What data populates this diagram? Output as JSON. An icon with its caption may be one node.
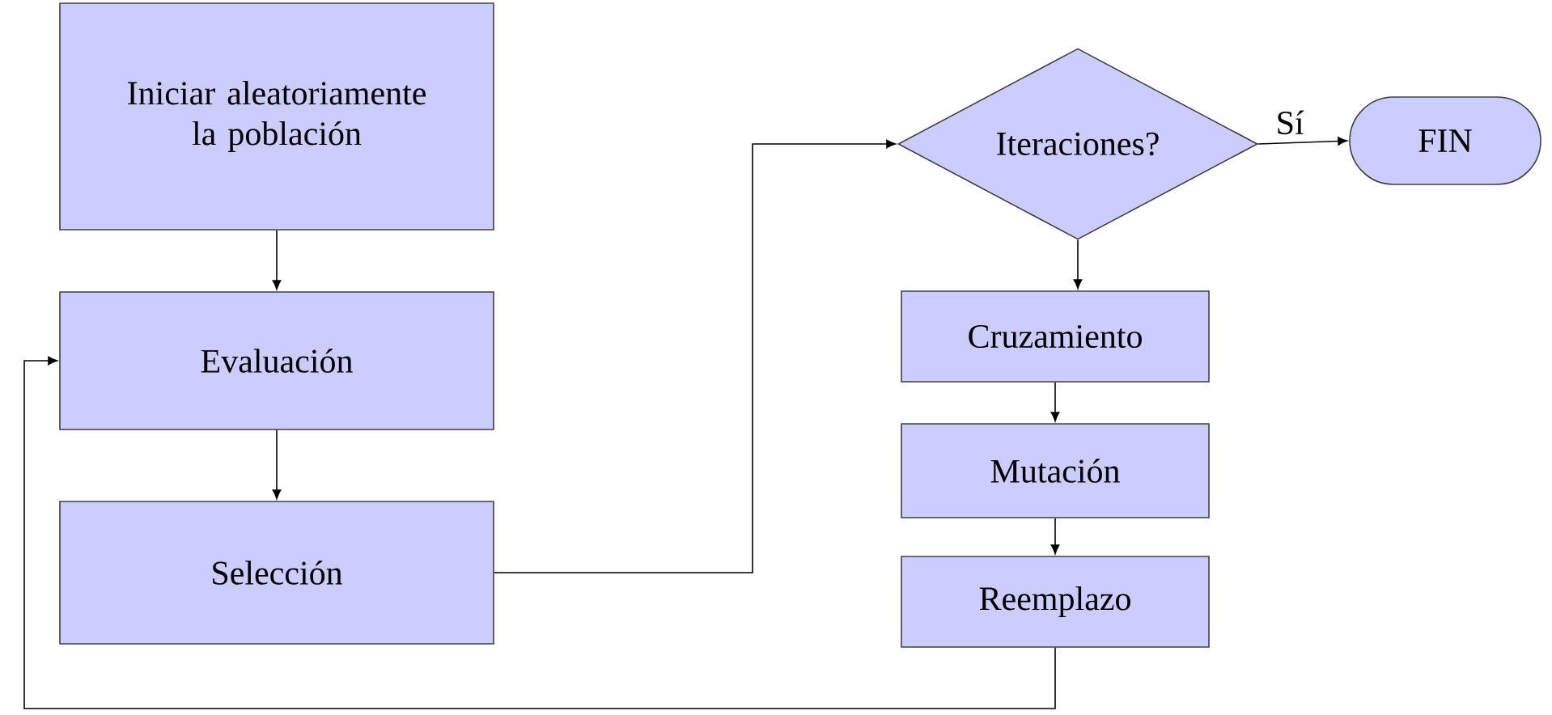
{
  "diagram": {
    "nodes": [
      {
        "text": [
          "Iniciar aleatoriamente la población"
        ]
      },
      {
        "text": [
          "Evaluación"
        ]
      },
      {
        "text": [
          "Selección"
        ]
      },
      {
        "text": [
          "Iteraciones?"
        ]
      },
      {
        "text": [
          "FIN"
        ]
      },
      {
        "text": [
          "Cruzamiento"
        ]
      },
      {
        "text": [
          "Mutación"
        ]
      },
      {
        "text": [
          "Reemplazo"
        ]
      }
    ],
    "edges": [
      {
        "from": 0,
        "to": 1,
        "arrow": "to"
      },
      {
        "from": 1,
        "to": 2,
        "arrow": "to"
      },
      {
        "from": 2,
        "to": 3,
        "arrow": "to"
      },
      {
        "from": 3,
        "to": 4,
        "arrow": "to",
        "label": "Sí"
      },
      {
        "from": 3,
        "to": 5,
        "arrow": "to"
      },
      {
        "from": 5,
        "to": 6,
        "arrow": "to"
      },
      {
        "from": 6,
        "to": 7,
        "arrow": "to"
      },
      {
        "from": 7,
        "to": 1,
        "arrow": "to"
      }
    ]
  }
}
